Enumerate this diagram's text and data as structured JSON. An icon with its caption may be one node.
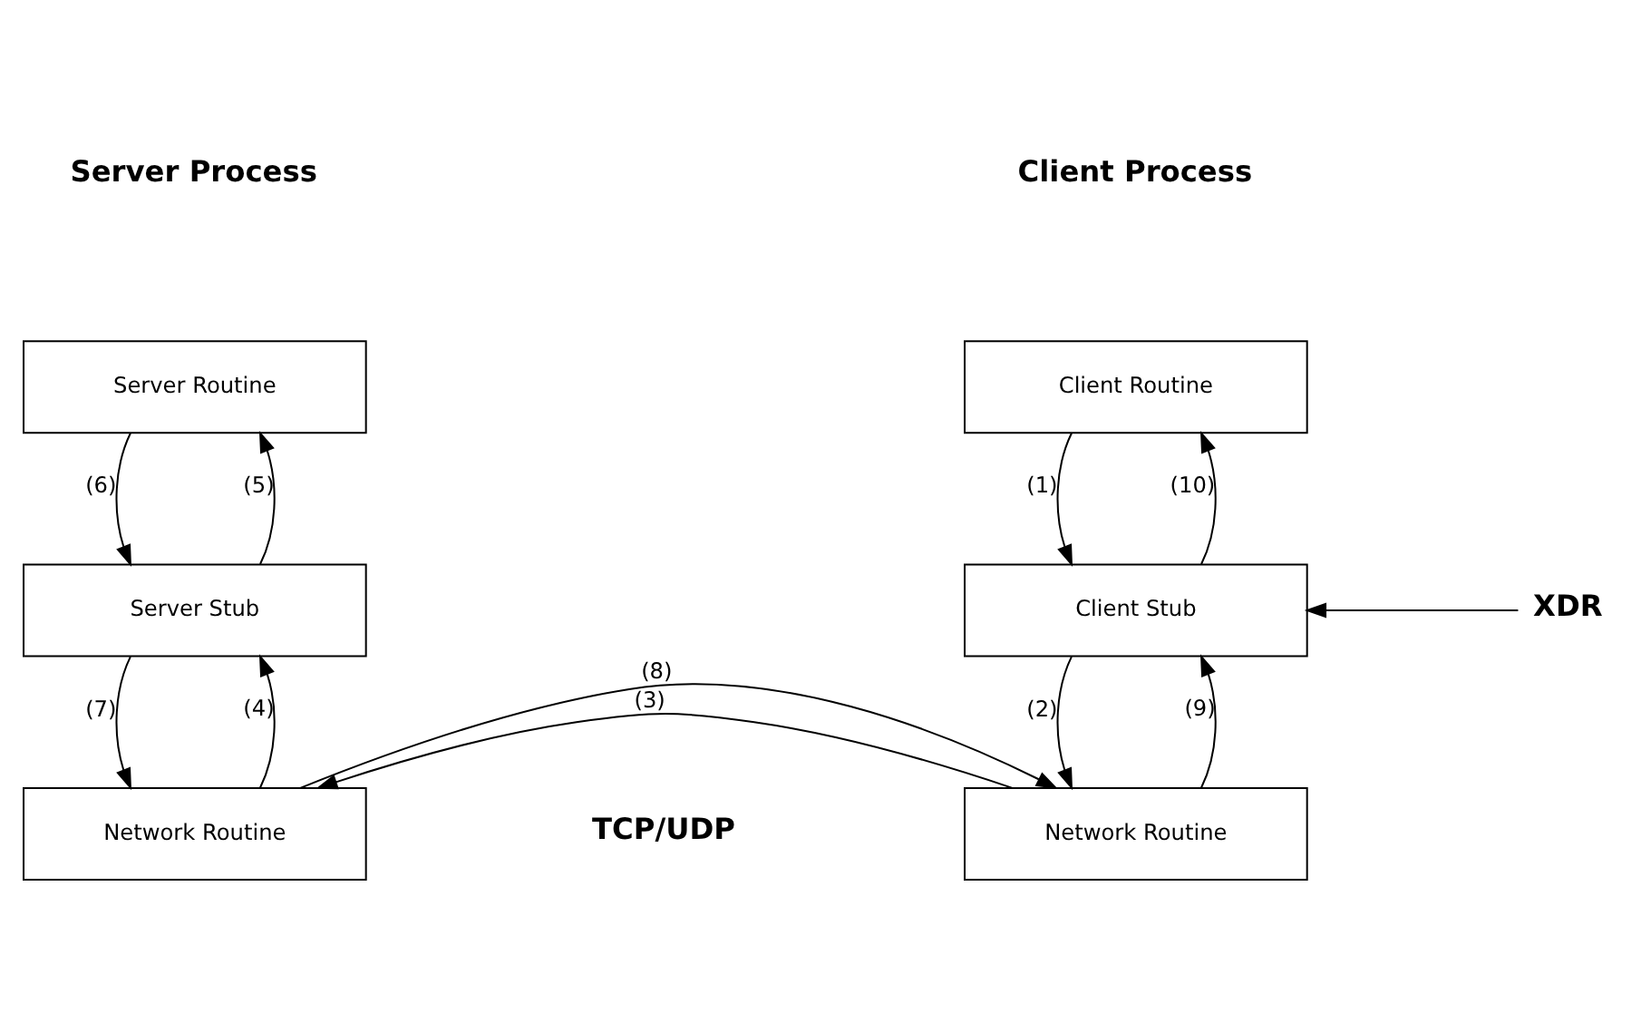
{
  "diagram": {
    "nodes": [
      {
        "text": [
          "Client Routine"
        ]
      },
      {
        "text": [
          "Client Stub"
        ]
      },
      {
        "text": [
          "Network Routine"
        ]
      },
      {
        "text": [
          "Server Routine"
        ]
      },
      {
        "text": [
          "Server Stub"
        ]
      },
      {
        "text": [
          "Network Routine"
        ]
      },
      {
        "text": [
          "XDR"
        ]
      }
    ],
    "edges": [
      {
        "from": 0,
        "to": 1,
        "arrow": "to",
        "label": "(1)"
      },
      {
        "from": 1,
        "to": 0,
        "arrow": "to",
        "label": "(10)"
      },
      {
        "from": 6,
        "to": 1,
        "arrow": "to"
      },
      {
        "from": 1,
        "to": 2,
        "arrow": "to",
        "label": "(2)"
      },
      {
        "from": 2,
        "to": 1,
        "arrow": "to",
        "label": "(9)"
      },
      {
        "from": 2,
        "to": 5,
        "arrow": "to",
        "label": "(3)"
      },
      {
        "from": 5,
        "to": 2,
        "arrow": "to",
        "label": "(8)"
      },
      {
        "from": 5,
        "to": 4,
        "arrow": "to",
        "label": "(4)"
      },
      {
        "from": 4,
        "to": 3,
        "arrow": "to",
        "label": "(5)"
      },
      {
        "from": 3,
        "to": 4,
        "arrow": "to",
        "label": "(6)"
      },
      {
        "from": 4,
        "to": 5,
        "arrow": "to",
        "label": "(7)"
      }
    ],
    "labels": [
      "Client Process",
      "Server Process",
      "TCP/UDP"
    ]
  }
}
